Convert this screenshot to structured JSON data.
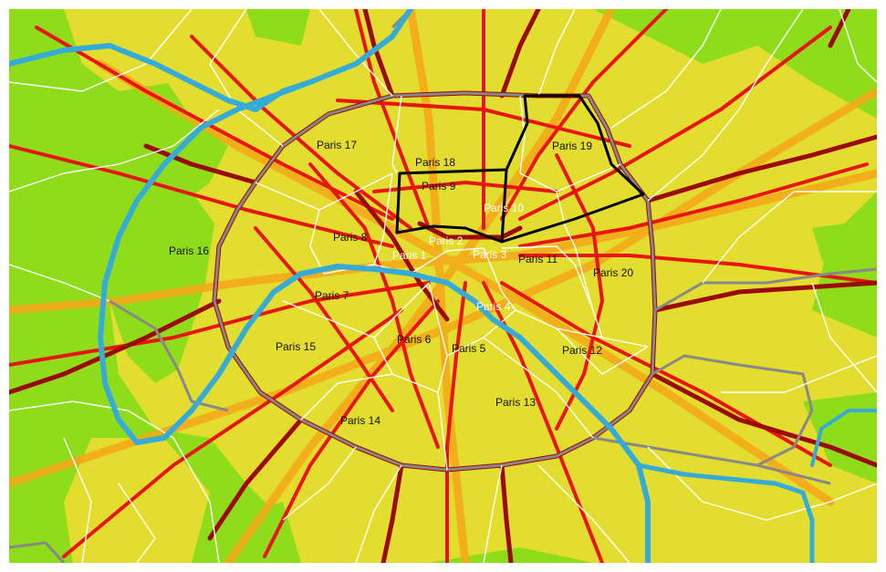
{
  "map": {
    "colors": {
      "background_green": "#8fdc1a",
      "urban_yellow": "#e2dd2f",
      "road_orange": "#f7a718",
      "road_red": "#e8150f",
      "road_dark_red": "#9b0a06",
      "river": "#35abd8",
      "boundary_gray": "#888888",
      "arrondissement_border": "#ffffff",
      "highlight_border": "#000000"
    },
    "labels": {
      "p1": "Paris 1",
      "p2": "Paris 2",
      "p3": "Paris 3",
      "p4": "Paris 4",
      "p5": "Paris 5",
      "p6": "Paris 6",
      "p7": "Paris 7",
      "p8": "Paris 8",
      "p9": "Paris 9",
      "p10": "Paris 10",
      "p11": "Paris 11",
      "p12": "Paris 12",
      "p13": "Paris 13",
      "p14": "Paris 14",
      "p15": "Paris 15",
      "p16": "Paris 16",
      "p17": "Paris 17",
      "p18": "Paris 18",
      "p19": "Paris 19",
      "p20": "Paris 20"
    }
  }
}
